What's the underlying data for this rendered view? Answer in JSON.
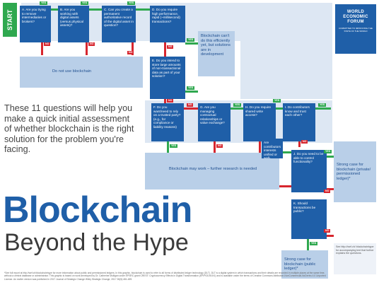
{
  "start_label": "START",
  "org": {
    "name": "WORLD ECONOMIC FORUM",
    "tagline": "COMMITTED TO IMPROVING THE STATE OF THE WORLD"
  },
  "intro_text": "These 11 questions will help you make a quick initial assessment of whether blockchain is the right solution for the problem you're facing.",
  "title_main": "Blockchain",
  "title_sub": "Beyond the Hype",
  "questions": {
    "A": "A. Are you trying to remove intermediaries or brokers?",
    "B": "B. Are you working with digital assets (versus physical assets)?",
    "C": "C. Can you create a permanent authoritative record of the digital asset in question?",
    "D": "D. Do you require high performance, rapid (~millisecond) transactions?",
    "E": "E. Do you intend to store large amounts of non-transactional data as part of your solution?",
    "F": "F. Do you want/need to rely on a trusted party? (e.g., for compliance or liability reasons)",
    "G": "G. Are you managing contractual relationships or value exchange?",
    "H": "H. Do you require shared write access?",
    "I": "I. Do contributors know and trust each other?",
    "I2": "Are contributors interests unified or well-aligned?",
    "J": "J. Do you need to be able to control functionality?",
    "K": "K. Should transactions be public?"
  },
  "outcomes": {
    "not": "Do not use blockchain",
    "dev": "Blockchain can't do this efficiently yet, but solutions are in development",
    "research": "Blockchain may work – further research is needed",
    "private": "Strong case for blockchain (private/ permissioned ledger)*",
    "public": "Strong case for blockchain (public ledger)*"
  },
  "yes": "YES",
  "no": "NO",
  "ref_note": "See http://wef.ch/ blockchainhype for accompanying text that further explains the questions.",
  "footnote": "*See full report at http://wef.ch/blockchainhype for more information about public and permissioned ledgers. In this graphic, blockchain is used to refer to all forms of distributed ledger technology (DLT). DLT is a digital system in which transactions and their details are recorded in multiple places at the same time, without a central database or administrator. This graphic is based on work developed by Dr. Catherine Mulligan under EPSRC grant CREST: Cryptocurrency Effects in Digital Transformation (EP/P031919/1) and is available under the terms of Creative Commons Attribution-NonCommercial-NoDerivs 4.0 Unported License. An earlier version was published in 2017 Journal of Strategic Change Wiley Strategic Change, 2017 26(5):481-489."
}
